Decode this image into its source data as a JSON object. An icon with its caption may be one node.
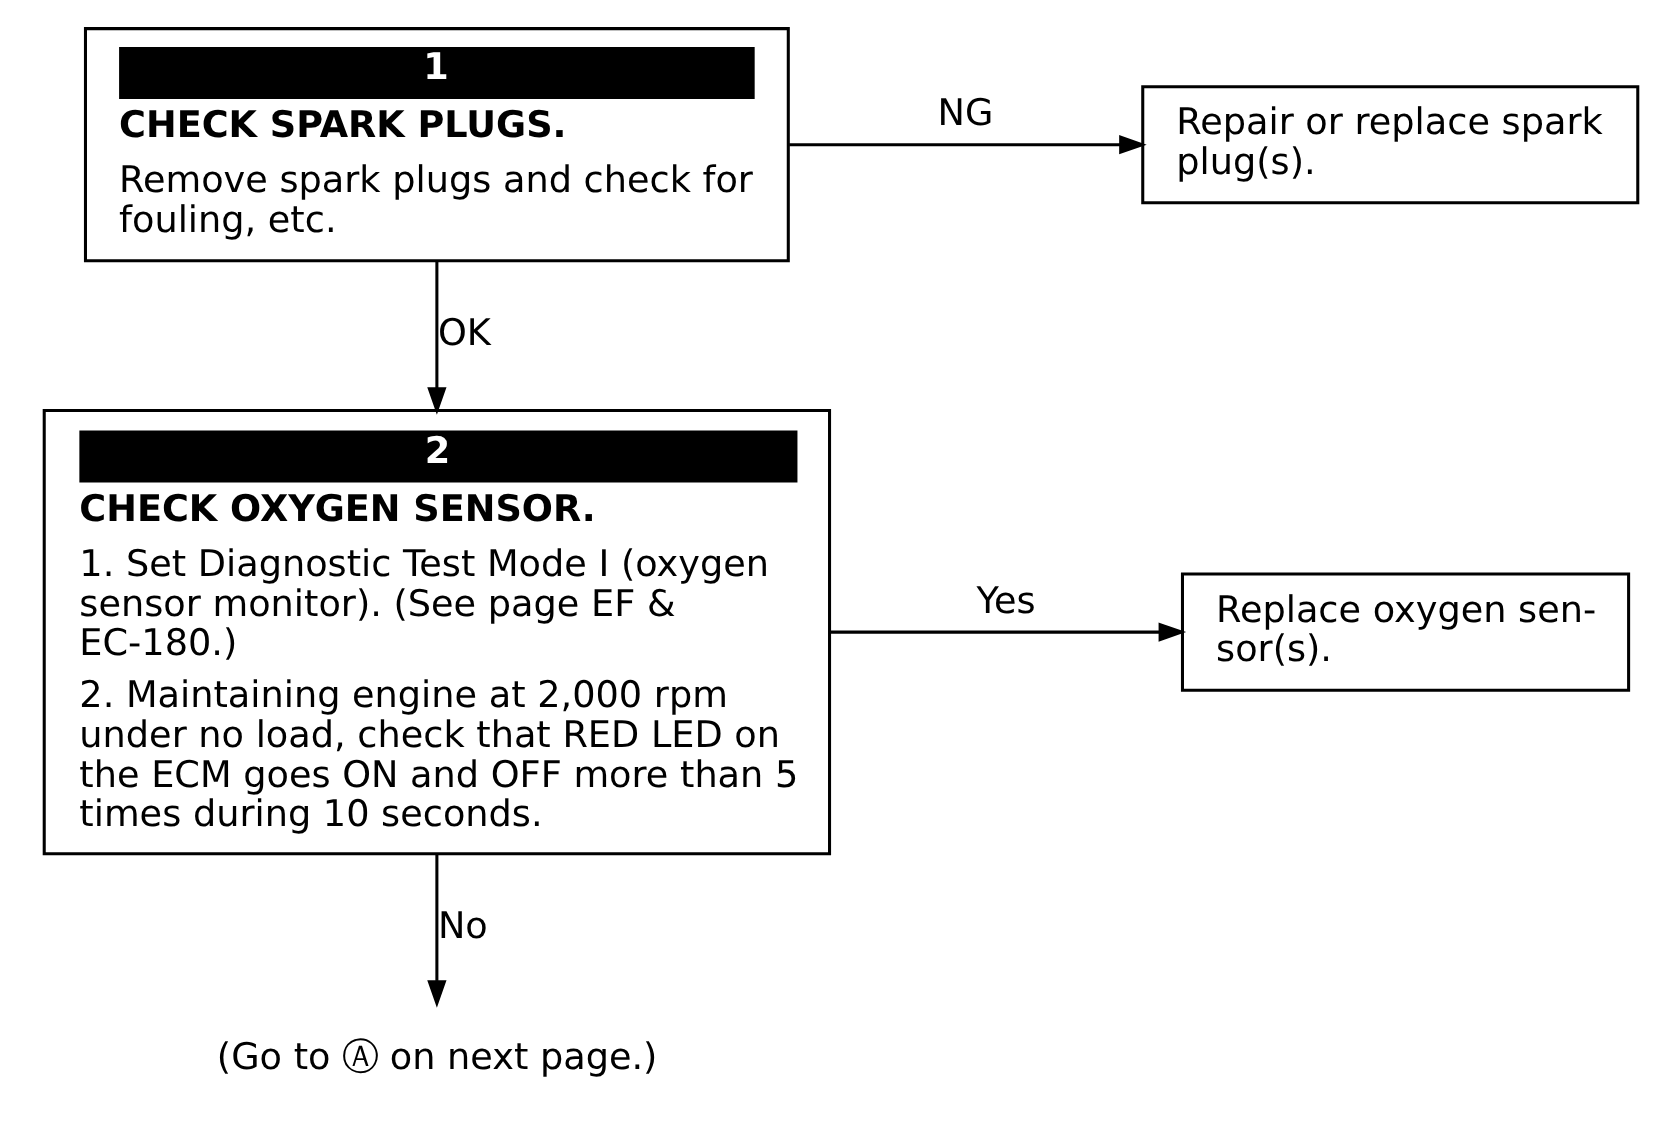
{
  "diagram": {
    "nodes": [
      {
        "text": [
          "1",
          "CHECK SPARK PLUGS.",
          "Remove spark plugs and check for fouling, etc."
        ]
      },
      {
        "text": [
          "Repair or replace spark plug(s)."
        ]
      },
      {
        "text": [
          "2",
          "CHECK OXYGEN SENSOR.",
          "1. Set Diagnostic Test Mode I (oxygen sensor monitor). (See page EF & EC-180.)",
          "2. Maintaining engine at 2,000 rpm under no load, check that RED LED on the ECM goes ON and OFF more than 5 times during 10 seconds."
        ]
      },
      {
        "text": [
          "Replace oxygen sen- sor(s)."
        ]
      },
      {
        "text": [
          "(Go to Ⓐ on next page.)"
        ]
      }
    ],
    "edges": [
      {
        "from": 0,
        "to": 1,
        "arrow": "to",
        "label": "NG"
      },
      {
        "from": 0,
        "to": 2,
        "arrow": "to",
        "label": "OK"
      },
      {
        "from": 2,
        "to": 3,
        "arrow": "to",
        "label": "Yes"
      },
      {
        "from": 2,
        "to": 4,
        "arrow": "to",
        "label": "No"
      }
    ]
  }
}
